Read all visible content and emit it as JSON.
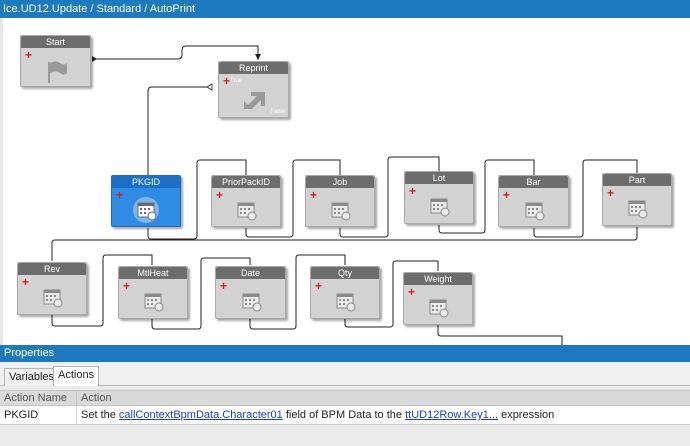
{
  "window": {
    "title": "Ice.UD12.Update / Standard / AutoPrint"
  },
  "workflow": {
    "nodes": {
      "start": {
        "label": "Start",
        "icon": "flag-icon"
      },
      "reprint": {
        "label": "Reprint",
        "icon": "condition-arrow-icon",
        "true_label": "True",
        "false_label": "False"
      },
      "pkgid": {
        "label": "PKGID",
        "icon": "set-field-icon"
      },
      "priorpackid": {
        "label": "PriorPackID",
        "icon": "set-field-icon"
      },
      "job": {
        "label": "Job",
        "icon": "set-field-icon"
      },
      "lot": {
        "label": "Lot",
        "icon": "set-field-icon"
      },
      "bar": {
        "label": "Bar",
        "icon": "set-field-icon"
      },
      "part": {
        "label": "Part",
        "icon": "set-field-icon"
      },
      "rev": {
        "label": "Rev",
        "icon": "set-field-icon"
      },
      "mtlheat": {
        "label": "MtlHeat",
        "icon": "set-field-icon"
      },
      "date": {
        "label": "Date",
        "icon": "set-field-icon"
      },
      "qty": {
        "label": "Qty",
        "icon": "set-field-icon"
      },
      "weight": {
        "label": "Weight",
        "icon": "set-field-icon"
      }
    },
    "add_icon": "plus-icon"
  },
  "properties": {
    "title": "Properties",
    "tabs": [
      {
        "label": "Variables",
        "active": false
      },
      {
        "label": "Actions",
        "active": true
      }
    ],
    "actions_table": {
      "columns": [
        "Action Name",
        "Action"
      ],
      "rows": [
        {
          "name": "PKGID",
          "text_1": "Set the ",
          "link_1": "callContextBpmData.Character01",
          "text_2": " field of BPM Data to the ",
          "link_2": "ttUD12Row.Key1...",
          "text_3": " expression"
        }
      ]
    }
  },
  "colors": {
    "accent": "#1e7abf",
    "node_header": "#6d6d6d",
    "node_body": "#d2d2d2",
    "selected_node": "#2f8ce4",
    "add_marker": "#e01818",
    "link": "#1a3fc9"
  }
}
